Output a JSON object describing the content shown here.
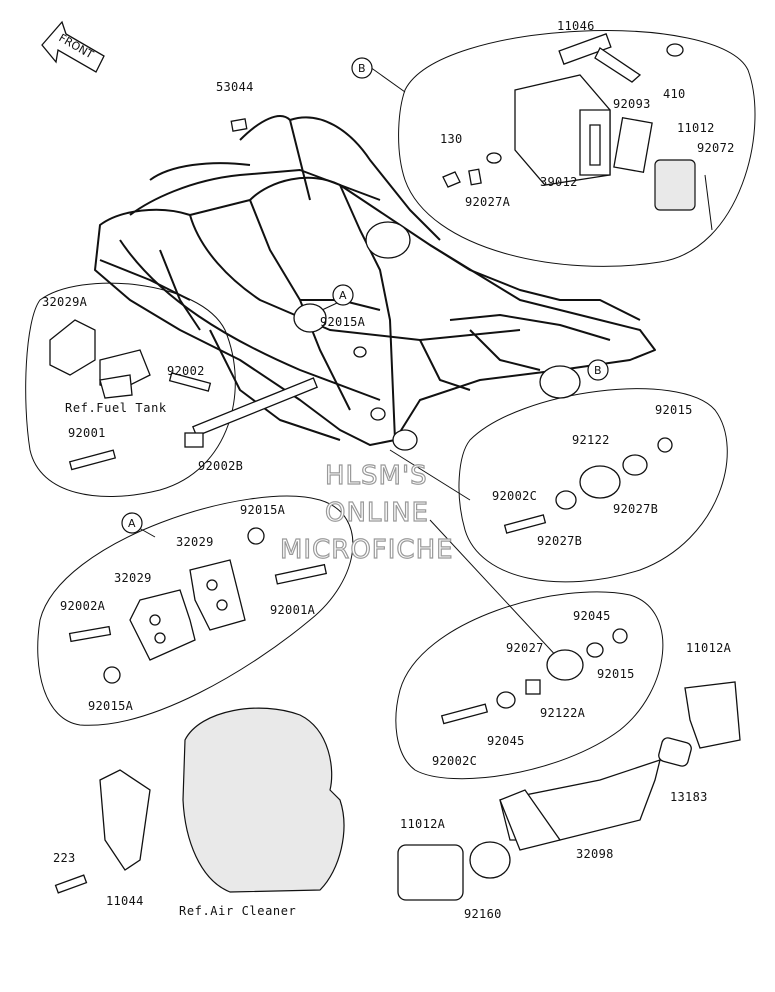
{
  "front_label": "FRONT",
  "watermark": [
    "HLSM'S",
    "ONLINE",
    "MICROFICHE"
  ],
  "callouts": {
    "a": "A",
    "b": "B"
  },
  "parts": {
    "p53044": "53044",
    "p11046": "11046",
    "p410": "410",
    "p92093": "92093",
    "p11012": "11012",
    "p92072": "92072",
    "p130": "130",
    "p92027A": "92027A",
    "p39012": "39012",
    "p32029A": "32029A",
    "p92002": "92002",
    "p92001": "92001",
    "p92015A_top": "92015A",
    "p92002B": "92002B",
    "p92015": "92015",
    "p92122": "92122",
    "p92002C_a": "92002C",
    "p92027B_a": "92027B",
    "p92027B_b": "92027B",
    "p92015A_b": "92015A",
    "p32029_a": "32029",
    "p32029_b": "32029",
    "p92002A": "92002A",
    "p92001A": "92001A",
    "p92015A_c": "92015A",
    "p92045_a": "92045",
    "p92027": "92027",
    "p92015_b": "92015",
    "p92122A": "92122A",
    "p92045_b": "92045",
    "p92002C_b": "92002C",
    "p11012A_a": "11012A",
    "p13183": "13183",
    "p32098": "32098",
    "p11012A_b": "11012A",
    "p92160": "92160",
    "p223": "223",
    "p11044": "11044"
  },
  "refs": {
    "fuel_tank": "Ref.Fuel Tank",
    "air_cleaner": "Ref.Air Cleaner"
  }
}
